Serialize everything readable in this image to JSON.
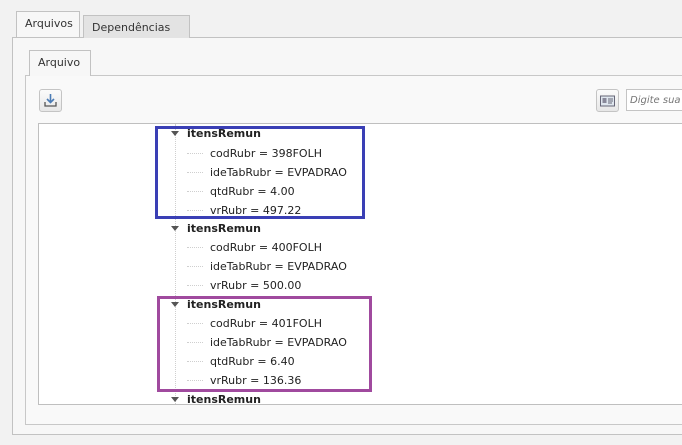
{
  "outer_tabs": [
    {
      "label": "Arquivos",
      "active": true
    },
    {
      "label": "Dependências",
      "active": false
    }
  ],
  "inner_tabs": [
    {
      "label": "Arquivo",
      "active": true
    }
  ],
  "toolbar": {
    "download_icon": "download-icon",
    "view_icon": "id-card-icon",
    "search_placeholder": "Digite sua p"
  },
  "highlight_colors": {
    "first": "#3a3fb5",
    "second": "#a04a9e"
  },
  "tree": {
    "groups": [
      {
        "title": "itensRemun",
        "items": [
          {
            "text": "codRubr = 398FOLH"
          },
          {
            "text": "ideTabRubr = EVPADRAO"
          },
          {
            "text": "qtdRubr = 4.00"
          },
          {
            "text": "vrRubr = 497.22"
          }
        ]
      },
      {
        "title": "itensRemun",
        "items": [
          {
            "text": "codRubr = 400FOLH"
          },
          {
            "text": "ideTabRubr = EVPADRAO"
          },
          {
            "text": "vrRubr = 500.00"
          }
        ]
      },
      {
        "title": "itensRemun",
        "items": [
          {
            "text": "codRubr = 401FOLH"
          },
          {
            "text": "ideTabRubr = EVPADRAO"
          },
          {
            "text": "qtdRubr = 6.40"
          },
          {
            "text": "vrRubr = 136.36"
          }
        ]
      },
      {
        "title": "itensRemun",
        "items": []
      }
    ]
  }
}
